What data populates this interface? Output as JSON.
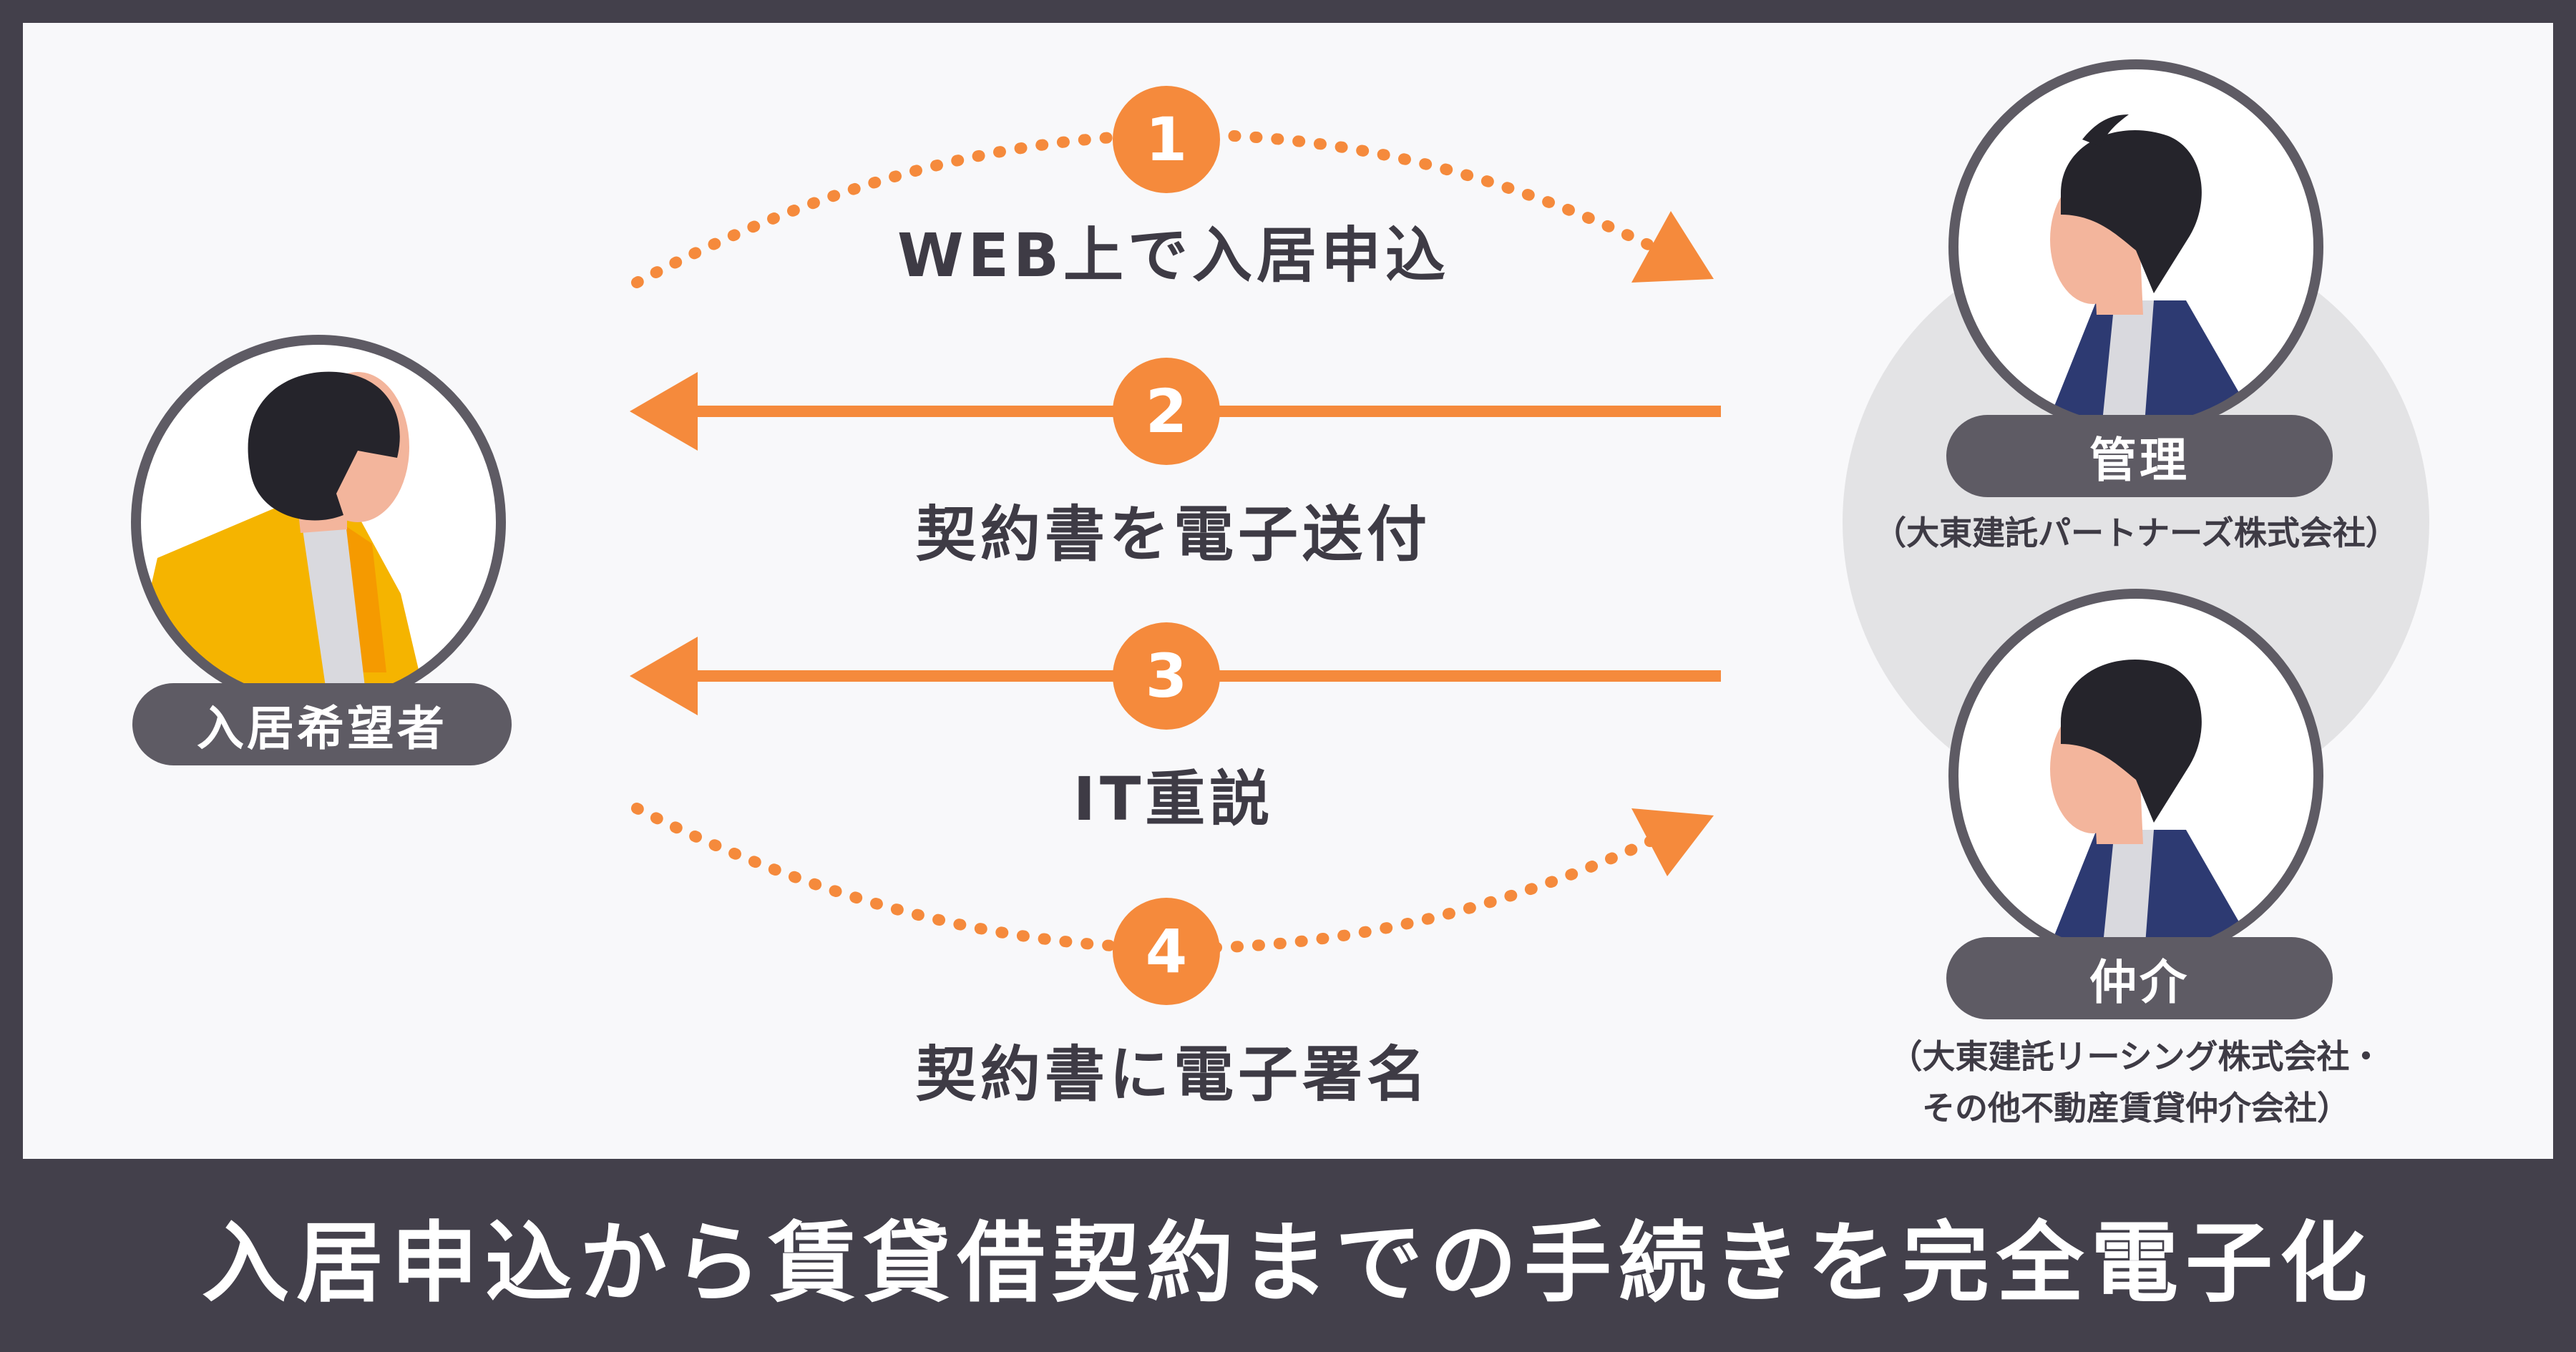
{
  "steps": [
    {
      "number": "1",
      "label": "WEB上で入居申込"
    },
    {
      "number": "2",
      "label": "契約書を電子送付"
    },
    {
      "number": "3",
      "label": "IT重説"
    },
    {
      "number": "4",
      "label": "契約書に電子署名"
    }
  ],
  "applicant": {
    "label": "入居希望者"
  },
  "management": {
    "label": "管理",
    "company": "（大東建託パートナーズ株式会社）"
  },
  "broker": {
    "label": "仲介",
    "company_line1": "（大東建託リーシング株式会社・",
    "company_line2": "その他不動産賃貸仲介会社）"
  },
  "footer": {
    "text": "入居申込から賃貸借契約までの手続きを完全電子化"
  },
  "colors": {
    "accent": "#f58a3c",
    "dark": "#43404b",
    "pill": "#5e5b64",
    "suit": "#2d3a72",
    "jacket": "#f5b400"
  }
}
